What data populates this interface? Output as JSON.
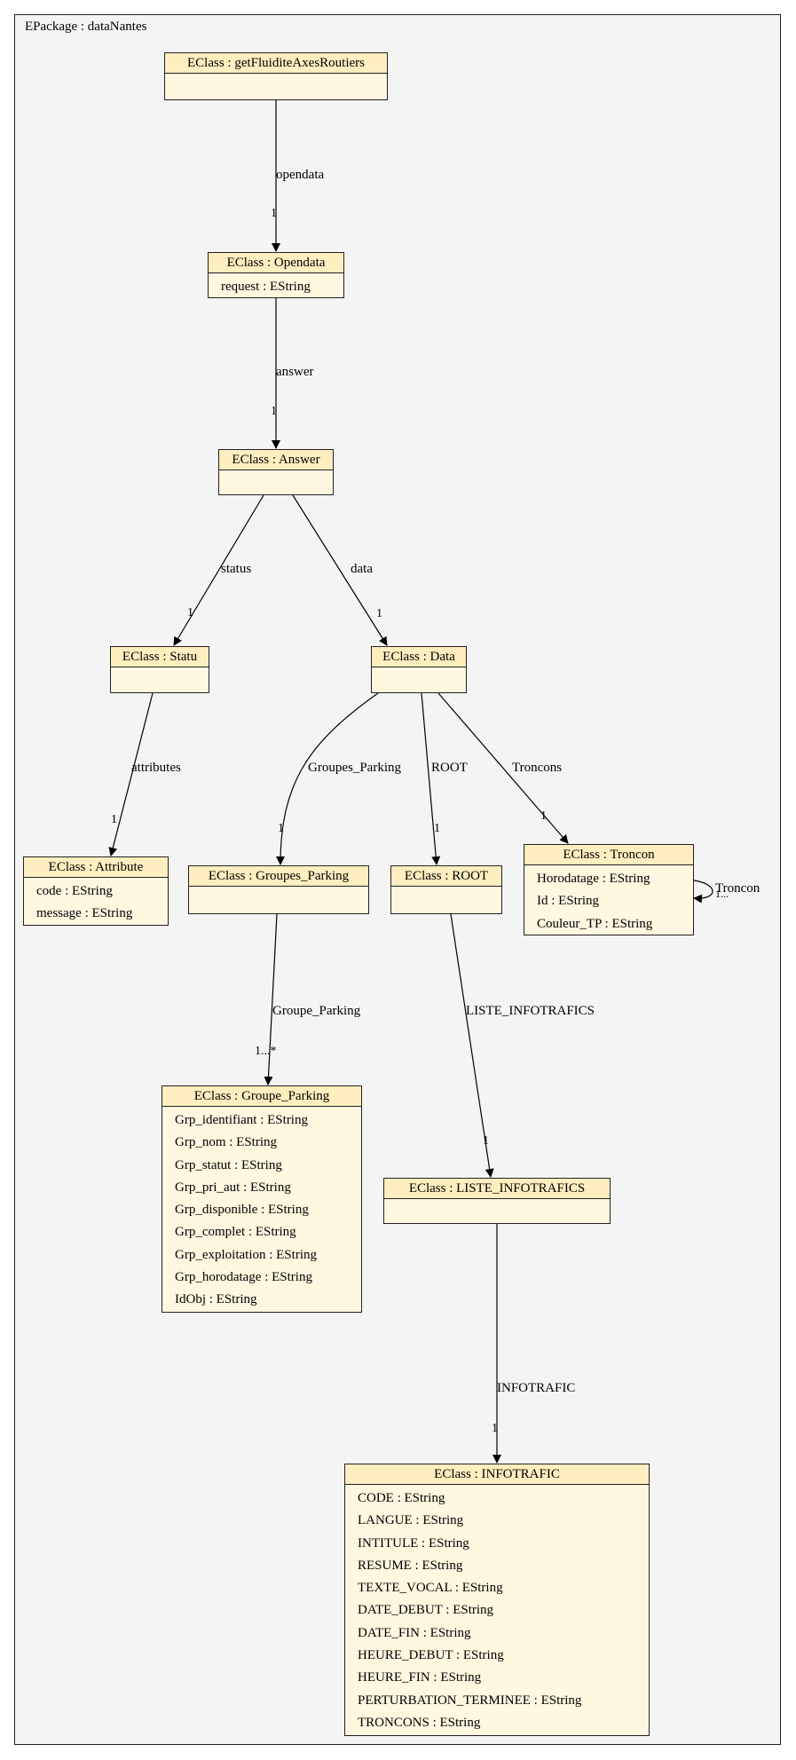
{
  "package": {
    "title": "EPackage : dataNantes"
  },
  "classes": {
    "getFluidite": {
      "title": "EClass : getFluiditeAxesRoutiers",
      "attrs": []
    },
    "opendata": {
      "title": "EClass : Opendata",
      "attrs": [
        "request : EString"
      ]
    },
    "answer": {
      "title": "EClass : Answer",
      "attrs": []
    },
    "statu": {
      "title": "EClass : Statu",
      "attrs": []
    },
    "data": {
      "title": "EClass : Data",
      "attrs": []
    },
    "attribute": {
      "title": "EClass : Attribute",
      "attrs": [
        "code : EString",
        "message : EString"
      ]
    },
    "groupes_parking": {
      "title": "EClass : Groupes_Parking",
      "attrs": []
    },
    "root": {
      "title": "EClass : ROOT",
      "attrs": []
    },
    "troncon": {
      "title": "EClass : Troncon",
      "attrs": [
        "Horodatage : EString",
        "Id : EString",
        "Couleur_TP : EString"
      ]
    },
    "groupe_parking": {
      "title": "EClass : Groupe_Parking",
      "attrs": [
        "Grp_identifiant : EString",
        "Grp_nom : EString",
        "Grp_statut : EString",
        "Grp_pri_aut : EString",
        "Grp_disponible : EString",
        "Grp_complet : EString",
        "Grp_exploitation : EString",
        "Grp_horodatage : EString",
        "IdObj : EString"
      ]
    },
    "liste_infotrafics": {
      "title": "EClass : LISTE_INFOTRAFICS",
      "attrs": []
    },
    "infotrafic": {
      "title": "EClass : INFOTRAFIC",
      "attrs": [
        "CODE : EString",
        "LANGUE : EString",
        "INTITULE : EString",
        "RESUME : EString",
        "TEXTE_VOCAL : EString",
        "DATE_DEBUT : EString",
        "DATE_FIN : EString",
        "HEURE_DEBUT : EString",
        "HEURE_FIN : EString",
        "PERTURBATION_TERMINEE : EString",
        "TRONCONS : EString"
      ]
    }
  },
  "relations": {
    "opendata": {
      "label": "opendata",
      "mult": "1"
    },
    "answer": {
      "label": "answer",
      "mult": "1"
    },
    "status": {
      "label": "status",
      "mult": "1"
    },
    "data": {
      "label": "data",
      "mult": "1"
    },
    "attributes": {
      "label": "attributes",
      "mult": "1"
    },
    "groupes_parking": {
      "label": "Groupes_Parking",
      "mult": "1"
    },
    "root": {
      "label": "ROOT",
      "mult": "1"
    },
    "troncons": {
      "label": "Troncons",
      "mult": "1"
    },
    "troncon_self": {
      "label": "Troncon",
      "mult": "1..."
    },
    "groupe_parking": {
      "label": "Groupe_Parking",
      "mult": "1...*"
    },
    "liste_infotrafics": {
      "label": "LISTE_INFOTRAFICS",
      "mult": "1"
    },
    "infotrafic": {
      "label": "INFOTRAFIC",
      "mult": "1"
    }
  }
}
